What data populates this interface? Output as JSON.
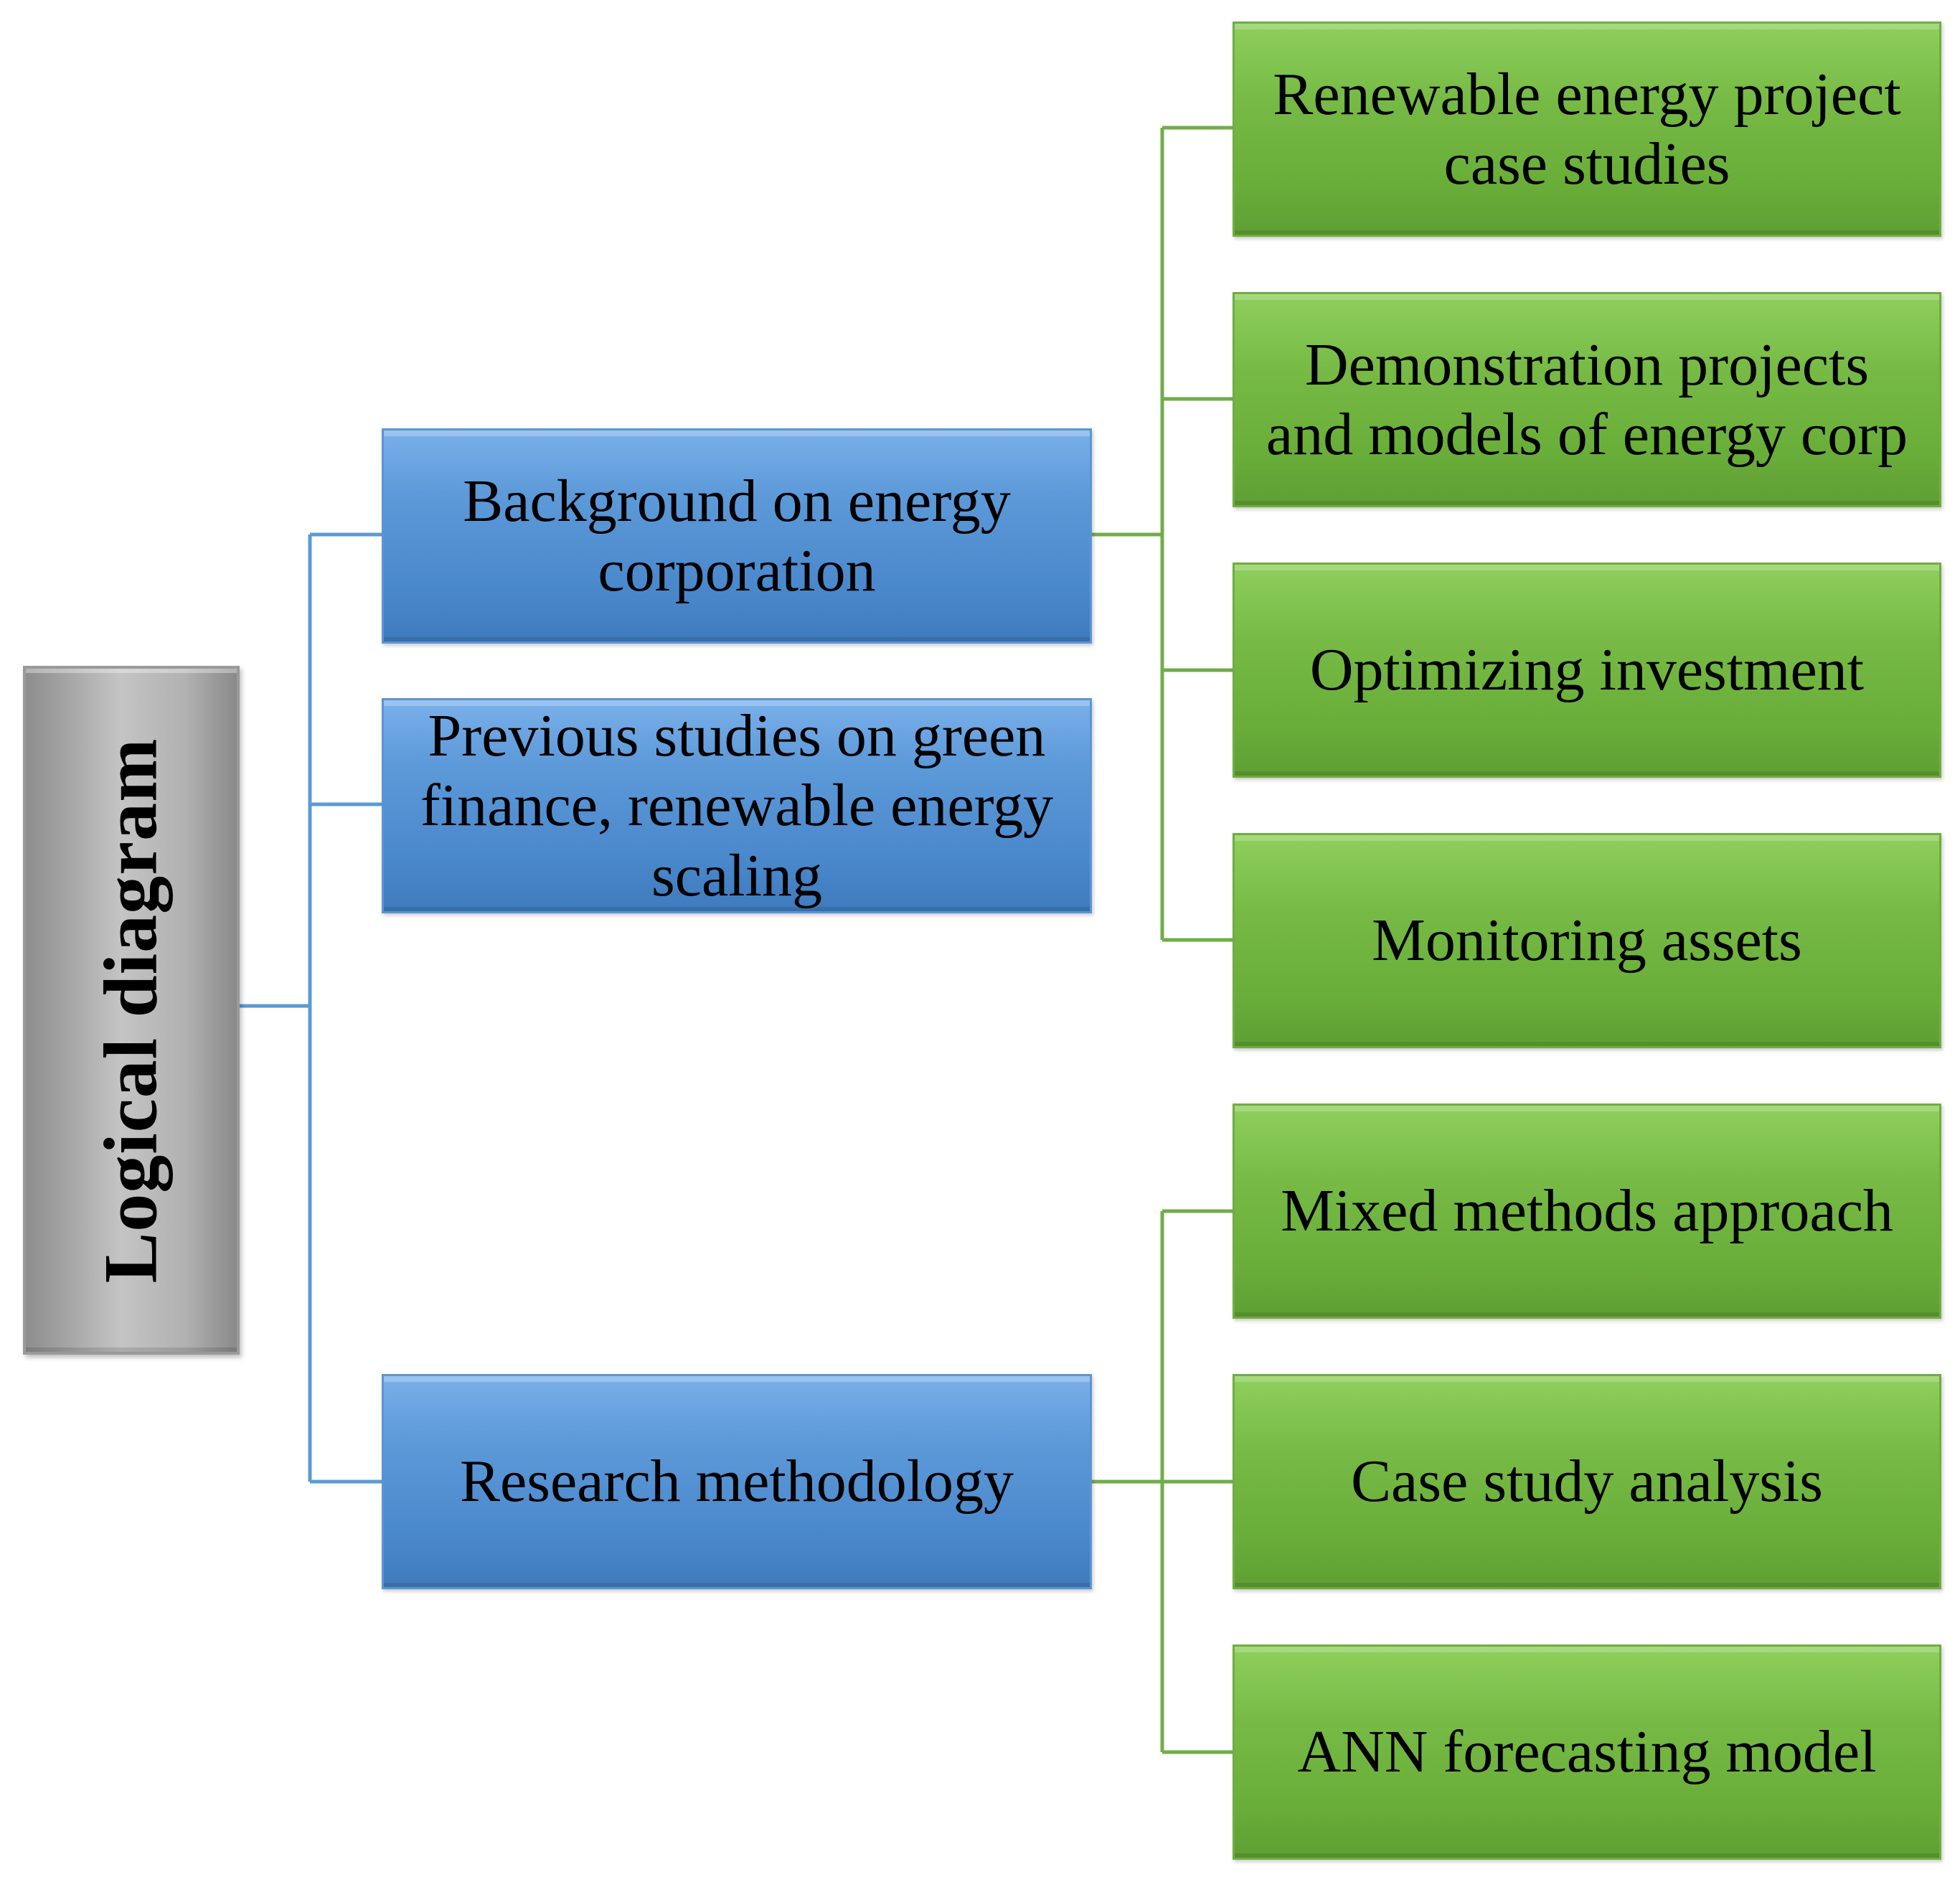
{
  "root": {
    "label": "Logical diagram"
  },
  "branches": [
    {
      "label": "Background on energy\ncorporation",
      "children": [
        "Renewable energy project\ncase studies",
        "Demonstration projects\nand models of energy corp",
        "Optimizing investment",
        "Monitoring assets"
      ]
    },
    {
      "label": "Previous studies on green\nfinance, renewable energy\nscaling",
      "children": []
    },
    {
      "label": "Research methodology",
      "children": [
        "Mixed methods approach",
        "Case study analysis",
        "ANN forecasting model"
      ]
    }
  ],
  "colors": {
    "root_fill": "#b4b4b4",
    "branch_fill": "#5b9bd5",
    "leaf_fill": "#70ad47",
    "branch_connector": "#5b9bd5",
    "leaf_connector": "#70ad47"
  }
}
